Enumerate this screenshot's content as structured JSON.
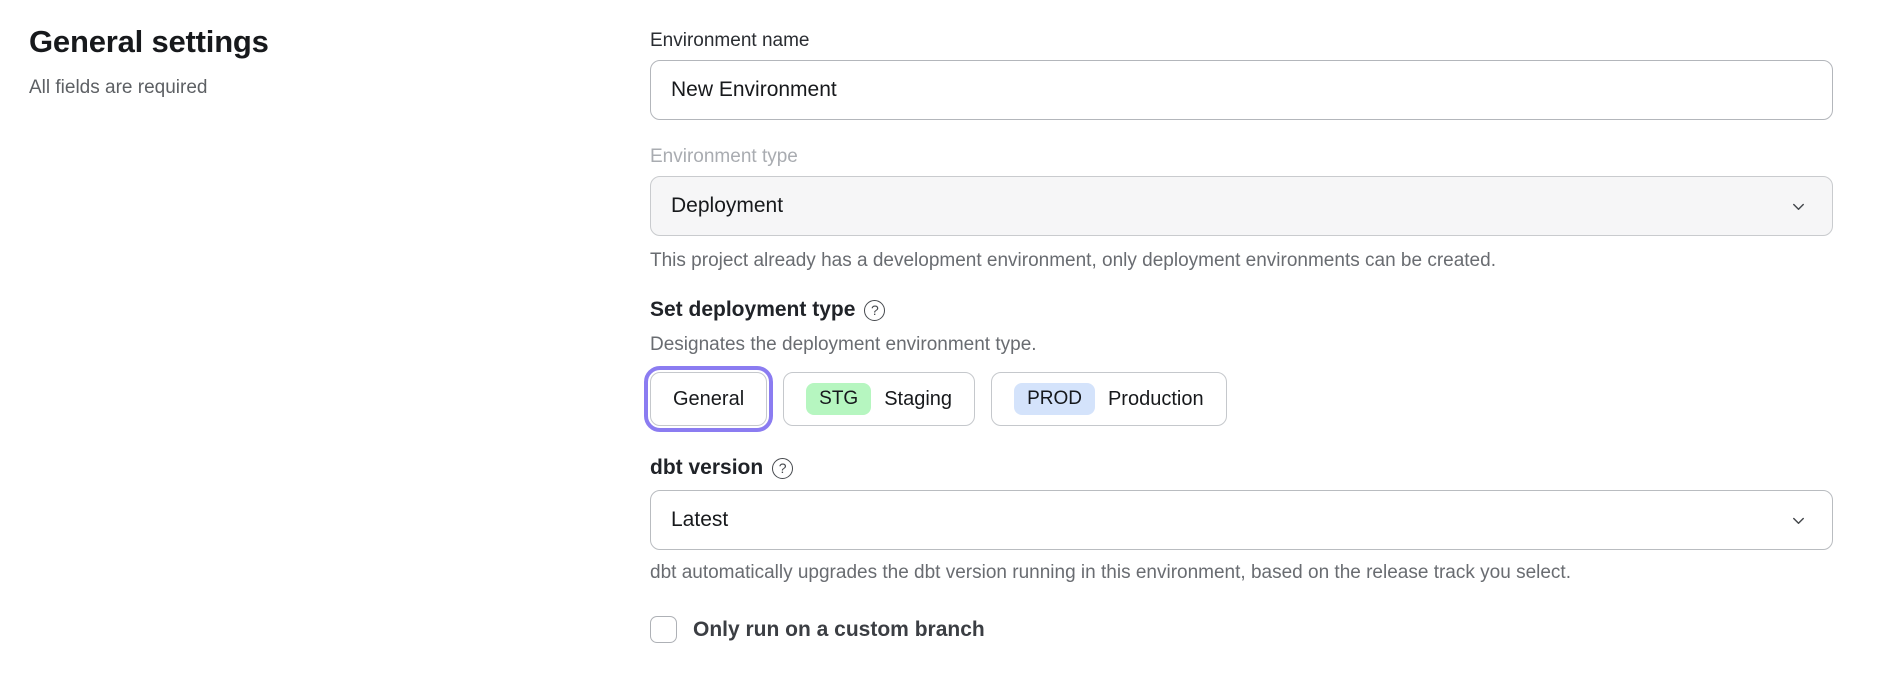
{
  "page": {
    "title": "General settings",
    "subtitle": "All fields are required"
  },
  "form": {
    "environment_name": {
      "label": "Environment name",
      "value": "New Environment"
    },
    "environment_type": {
      "label": "Environment type",
      "value": "Deployment",
      "disabled": true,
      "helper": "This project already has a development environment, only deployment environments can be created."
    },
    "deployment_type": {
      "label": "Set deployment type",
      "helper": "Designates the deployment environment type.",
      "options": [
        {
          "label": "General",
          "selected": true
        },
        {
          "badge": "STG",
          "label": "Staging",
          "badge_color": "#b6f6c0",
          "selected": false
        },
        {
          "badge": "PROD",
          "label": "Production",
          "badge_color": "#d4e3fb",
          "selected": false
        }
      ]
    },
    "dbt_version": {
      "label": "dbt version",
      "value": "Latest",
      "helper": "dbt automatically upgrades the dbt version running in this environment, based on the release track you select."
    },
    "custom_branch": {
      "label": "Only run on a custom branch",
      "checked": false
    }
  },
  "icons": {
    "help_glyph": "?",
    "chevron": "chevron-down-icon"
  },
  "colors": {
    "selected_ring": "#8b7cf1",
    "staging_badge": "#b6f6c0",
    "production_badge": "#d4e3fb",
    "disabled_field_bg": "#f6f6f7",
    "helper_text": "#696c71"
  }
}
